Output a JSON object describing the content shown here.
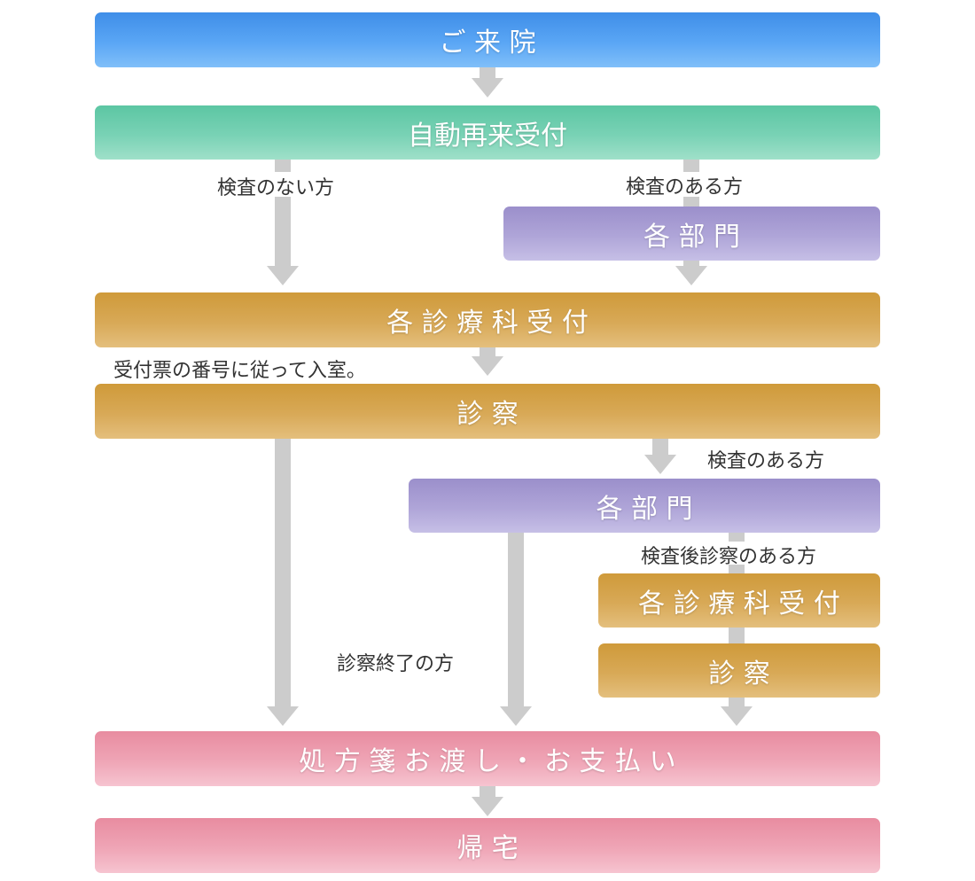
{
  "steps": {
    "arrival": "ご 来 院",
    "auto_reception": "自動再来受付",
    "dept_top": "各 部 門",
    "dept_reception": "各 診 療 科 受 付",
    "exam": "診 察",
    "dept_mid": "各 部 門",
    "dept_reception_after_test": "各 診 療 科 受 付",
    "exam_after_test": "診 察",
    "prescription_payment": "処 方 箋 お 渡 し ・ お 支 払 い",
    "home": "帰 宅"
  },
  "labels": {
    "no_test": "検査のない方",
    "with_test_top": "検査のある方",
    "ticket_note": "受付票の番号に従って入室。",
    "with_test_mid": "検査のある方",
    "exam_after_test": "検査後診察のある方",
    "exam_finished": "診察終了の方"
  },
  "colors": {
    "blue": "#5aa6f5",
    "green": "#79d2b5",
    "purple": "#afa5d8",
    "gold": "#d8a957",
    "pink": "#efa5b6",
    "arrow": "#cccccc",
    "label_text": "#333333"
  }
}
